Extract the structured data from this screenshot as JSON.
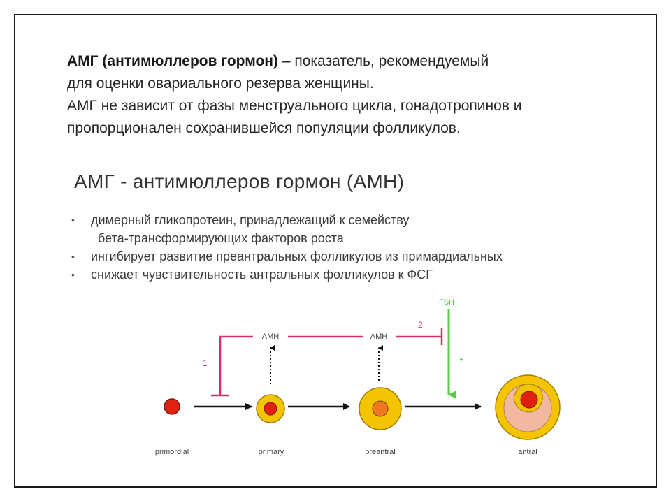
{
  "intro": {
    "bold_term": "АМГ (антимюллеров гормон)",
    "line1_rest": " – показатель, рекомендуемый",
    "line2": "для оценки овариального резерва женщины.",
    "line3": "АМГ не зависит от фазы менструального цикла, гонадотропинов и",
    "line4": "пропорционален сохранившейся популяции фолликулов."
  },
  "slide": {
    "title": "АМГ - антимюллеров гормон (АМН)",
    "bullets": [
      "димерный гликопротеин, принадлежащий к семейству",
      "бета-трансформирующих факторов роста",
      "ингибирует развитие преантральных фолликулов из примардиальных",
      "снижает чувствительность антральных фолликулов к ФСГ"
    ],
    "bullet_glyph": "•"
  },
  "diagram": {
    "stages": [
      "primordial",
      "primary",
      "preantral",
      "antral"
    ],
    "hormone_label": "AMH",
    "fsh_label": "FSH",
    "pathway_1": "1",
    "pathway_2": "2",
    "fsh_effect": "+",
    "colors": {
      "inhibition": "#cc3366",
      "stimulation": "#55cc44",
      "follicle_yellow": "#f5c400",
      "oocyte_red": "#e02010",
      "oocyte_orange": "#f07820",
      "antrum_pink": "#f2b8a0"
    }
  }
}
